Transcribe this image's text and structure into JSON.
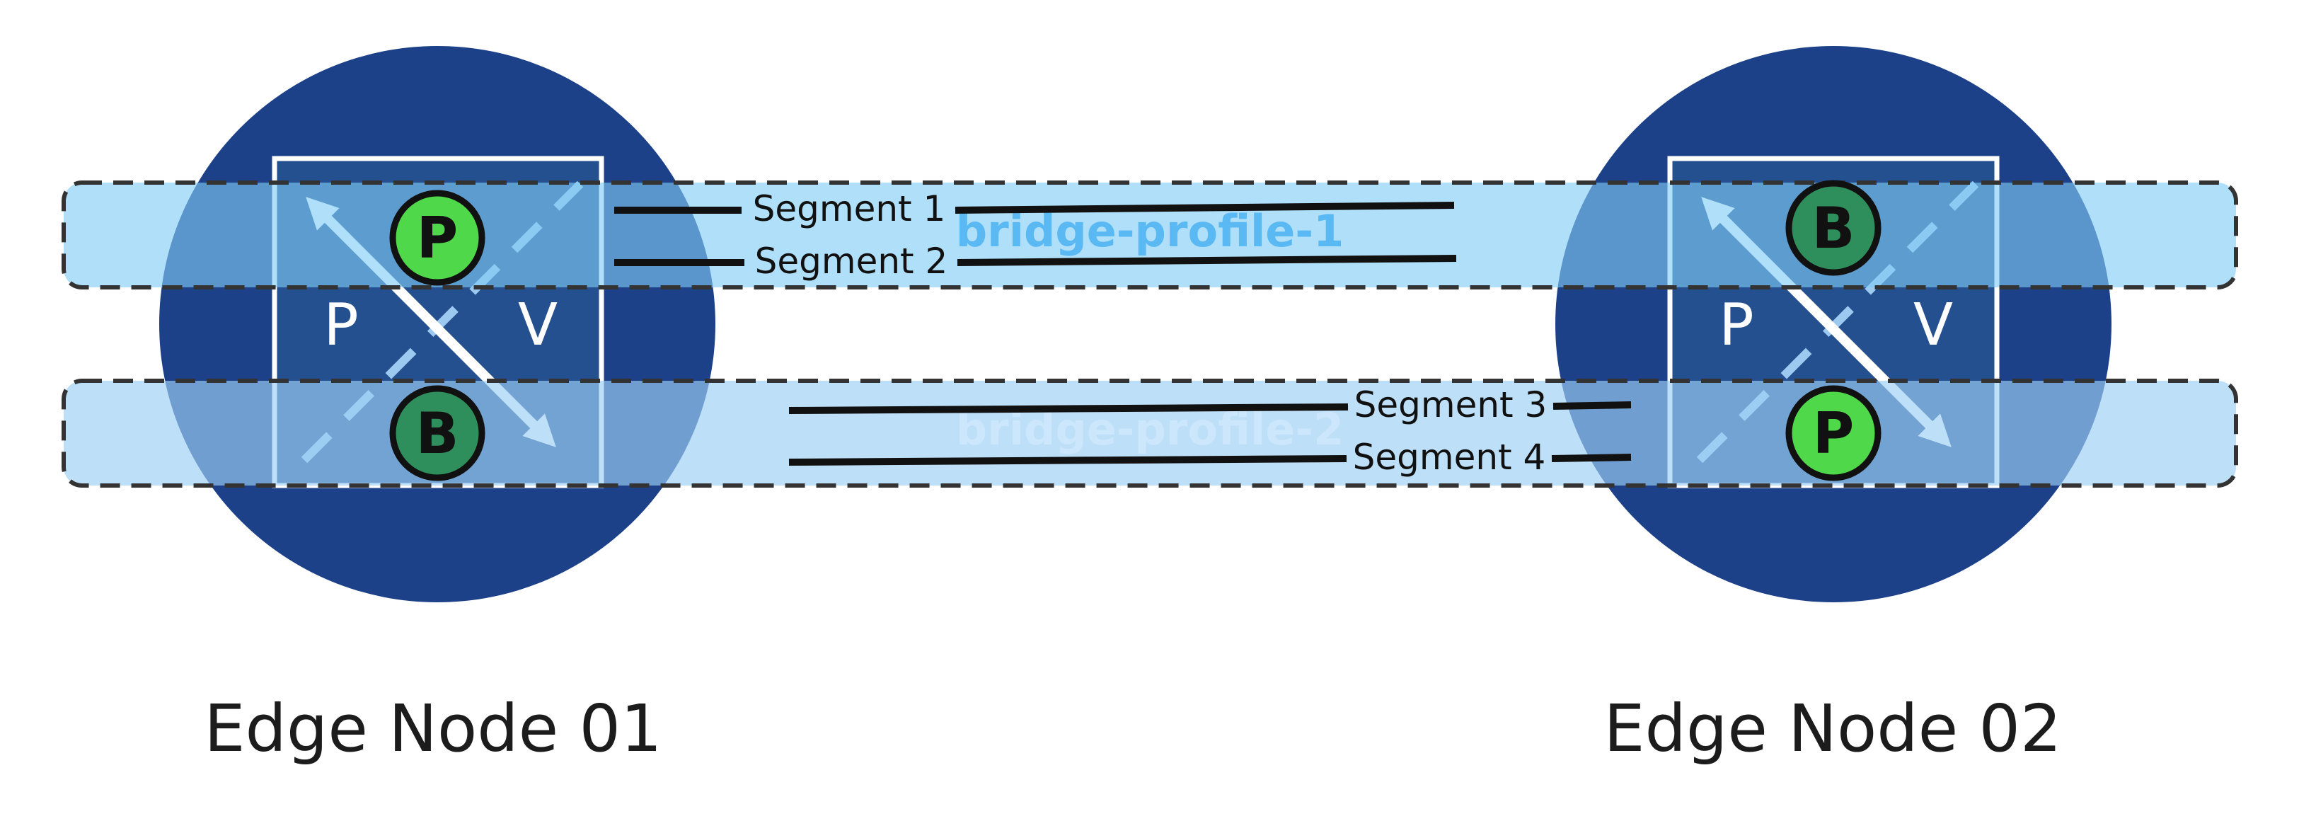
{
  "nodes": [
    {
      "label": "Edge Node 01",
      "top_role": "P",
      "bottom_role": "B",
      "left_letter": "P",
      "right_letter": "V"
    },
    {
      "label": "Edge Node 02",
      "top_role": "B",
      "bottom_role": "P",
      "left_letter": "P",
      "right_letter": "V"
    }
  ],
  "bridge_profiles": [
    {
      "label": "bridge-profile-1",
      "color": "#7fccf6",
      "label_color": "#5ab8f2"
    },
    {
      "label": "bridge-profile-2",
      "color": "#9ccef5",
      "label_color": "#cce6fb"
    }
  ],
  "segments": [
    "Segment 1",
    "Segment 2",
    "Segment 3",
    "Segment 4"
  ],
  "colors": {
    "node_circle": "#1d4189",
    "primary_badge": "#4fd84a",
    "backup_badge": "#2f8f5c",
    "band_border": "#333333"
  }
}
